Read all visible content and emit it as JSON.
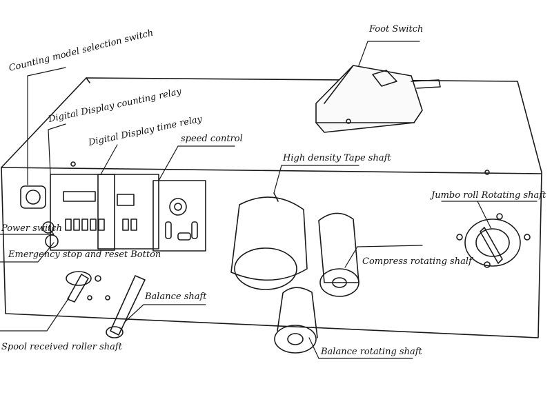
{
  "labels": {
    "foot_switch": "Foot Switch",
    "counting_model": "Counting model selection switch",
    "digital_counting": "Digital Display counting relay",
    "digital_time": "Digital Display time relay",
    "speed_control": "speed control",
    "high_density": "High density Tape shaft",
    "jumbo_roll": "Jumbo roll Rotating shaft",
    "power_switch": "Power switch",
    "emergency_stop": "Emergency stop and reset Botton",
    "compress_shaft": "Compress rotating shalf",
    "balance_shaft": "Balance shaft",
    "spool_shaft": "Spool received roller shaft",
    "balance_rotating": "Balance rotating shaft"
  },
  "colors": {
    "ink": "#1a1a1a",
    "paper": "#ffffff"
  }
}
